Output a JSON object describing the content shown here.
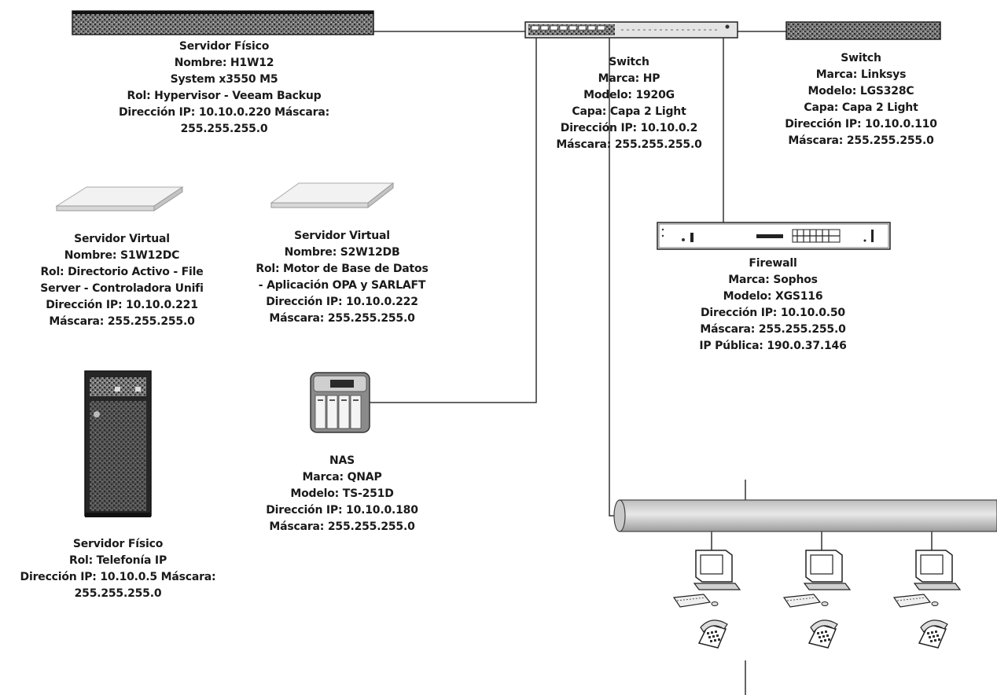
{
  "devices": {
    "physical_server_1": {
      "lines": [
        "Servidor Físico",
        "Nombre: H1W12",
        "System x3550 M5",
        "Rol: Hypervisor - Veeam Backup",
        "Dirección IP: 10.10.0.220 Máscara:",
        "255.255.255.0"
      ]
    },
    "virtual_server_1": {
      "lines": [
        "Servidor Virtual",
        "Nombre: S1W12DC",
        "Rol: Directorio Activo - File",
        "Server - Controladora Unifi",
        "Dirección IP: 10.10.0.221",
        "Máscara: 255.255.255.0"
      ]
    },
    "virtual_server_2": {
      "lines": [
        "Servidor Virtual",
        "Nombre: S2W12DB",
        "Rol: Motor de Base de Datos",
        "- Aplicación OPA y SARLAFT",
        "Dirección IP: 10.10.0.222",
        "Máscara: 255.255.255.0"
      ]
    },
    "switch_hp": {
      "lines": [
        "Switch",
        "Marca: HP",
        "Modelo: 1920G",
        "Capa: Capa 2 Light",
        "Dirección IP: 10.10.0.2",
        "Máscara: 255.255.255.0"
      ]
    },
    "switch_linksys": {
      "lines": [
        "Switch",
        "Marca: Linksys",
        "Modelo: LGS328C",
        "Capa: Capa 2 Light",
        "Dirección IP: 10.10.0.110",
        "Máscara: 255.255.255.0"
      ]
    },
    "firewall": {
      "lines": [
        "Firewall",
        "Marca: Sophos",
        "Modelo: XGS116",
        "Dirección IP: 10.10.0.50",
        "Máscara: 255.255.255.0",
        "IP Pública: 190.0.37.146"
      ]
    },
    "nas": {
      "lines": [
        "NAS",
        "Marca: QNAP",
        "Modelo: TS-251D",
        "Dirección IP: 10.10.0.180",
        "Máscara: 255.255.255.0"
      ]
    },
    "physical_server_2": {
      "lines": [
        "Servidor Físico",
        "Rol: Telefonía IP",
        "Dirección IP: 10.10.0.5 Máscara:",
        "255.255.255.0"
      ]
    }
  },
  "icons": {
    "rack_server": "rack-server-icon",
    "switch": "network-switch-icon",
    "virtual_server": "virtual-server-icon",
    "firewall": "firewall-appliance-icon",
    "nas": "nas-storage-icon",
    "tower_server": "tower-server-icon",
    "bus": "network-bus-icon",
    "workstation": "workstation-icon",
    "telephone": "ip-phone-icon"
  },
  "colors": {
    "line": "#333333",
    "bus_fill": "#d9d9d9",
    "device_dark": "#2b2b2b"
  }
}
